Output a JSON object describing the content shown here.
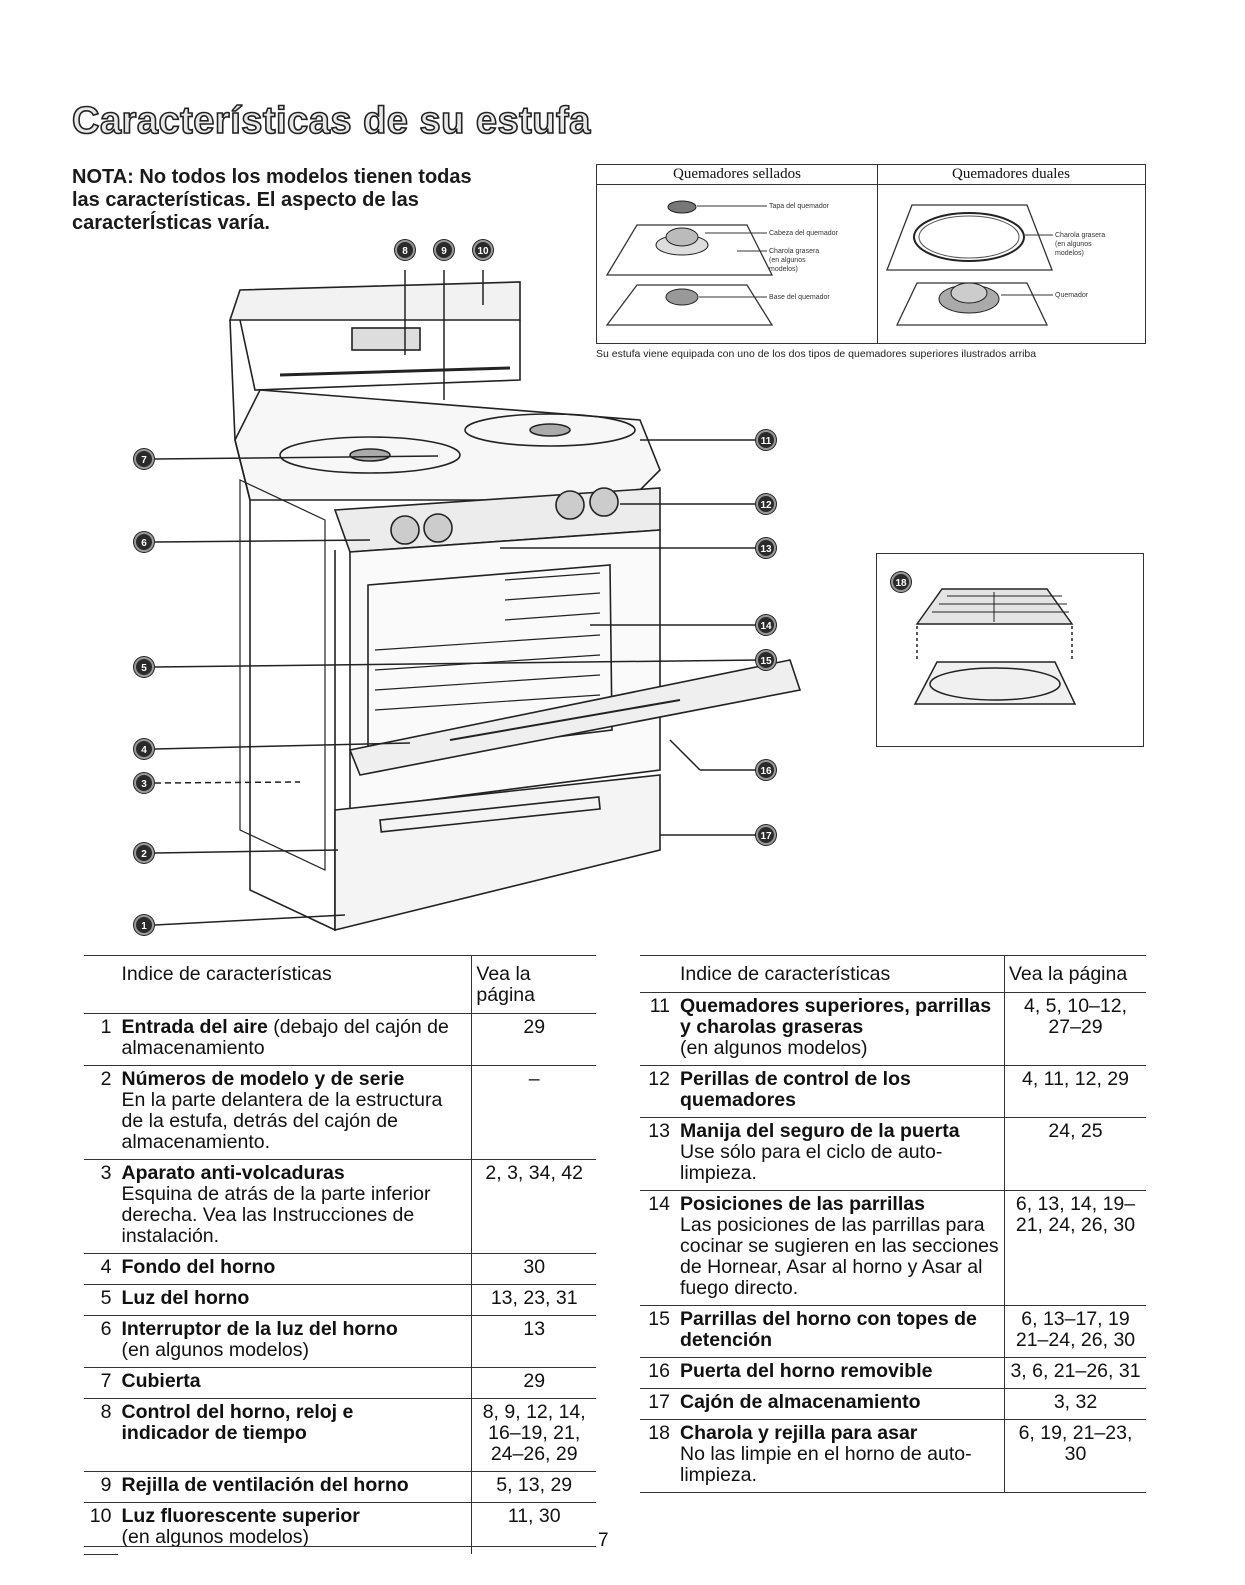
{
  "page": {
    "title": "Características de su estufa",
    "note": "NOTA: No todos los modelos tienen todas las características. El aspecto de las caracterÍsticas varía.",
    "page_number": "7"
  },
  "burners": {
    "sealed_title": "Quemadores sellados",
    "dual_title": "Quemadores duales",
    "sealed_labels": [
      "Tapa del quemador",
      "Cabeza del quemador",
      "Charola grasera",
      "(en algunos",
      "modelos)",
      "Base del quemador"
    ],
    "dual_labels": [
      "Charola grasera",
      "(en algunos",
      "modelos)",
      "Quemador"
    ],
    "caption": "Su estufa viene equipada con uno de los dos tipos de quemadores superiores ilustrados arriba"
  },
  "callouts": [
    "1",
    "2",
    "3",
    "4",
    "5",
    "6",
    "7",
    "8",
    "9",
    "10",
    "11",
    "12",
    "13",
    "14",
    "15",
    "16",
    "17",
    "18"
  ],
  "table_left": {
    "header_feature": "Indice de características",
    "header_page": "Vea la página",
    "rows": [
      {
        "num": "1",
        "name": "Entrada del aire",
        "desc": " (debajo del cajón de almacenamiento",
        "pages": "29"
      },
      {
        "num": "2",
        "name": "Números de modelo y de serie",
        "desc": "En la parte delantera de la estructura de la estufa, detrás del cajón de almacenamiento.",
        "pages": "–"
      },
      {
        "num": "3",
        "name": "Aparato anti-volcaduras",
        "desc": "Esquina de atrás de la parte inferior derecha. Vea las Instrucciones de instalación.",
        "pages": "2, 3, 34, 42"
      },
      {
        "num": "4",
        "name": "Fondo del horno",
        "desc": "",
        "pages": "30"
      },
      {
        "num": "5",
        "name": "Luz del horno",
        "desc": "",
        "pages": "13, 23, 31"
      },
      {
        "num": "6",
        "name": "Interruptor de la luz del horno",
        "desc": "(en algunos modelos)",
        "pages": "13"
      },
      {
        "num": "7",
        "name": "Cubierta",
        "desc": "",
        "pages": "29"
      },
      {
        "num": "8",
        "name": "Control del horno, reloj e indicador de tiempo",
        "desc": "",
        "pages": "8, 9, 12, 14, 16–19, 21, 24–26, 29"
      },
      {
        "num": "9",
        "name": "Rejilla de ventilación del horno",
        "desc": "",
        "pages": "5, 13, 29"
      },
      {
        "num": "10",
        "name": "Luz fluorescente superior",
        "desc": "(en algunos modelos)",
        "pages": "11, 30"
      }
    ]
  },
  "table_right": {
    "header_feature": "Indice de características",
    "header_page": "Vea la página",
    "rows": [
      {
        "num": "11",
        "name": "Quemadores superiores, parrillas y charolas graseras",
        "desc": "(en algunos modelos)",
        "pages": "4, 5, 10–12, 27–29"
      },
      {
        "num": "12",
        "name": "Perillas de control de los quemadores",
        "desc": "",
        "pages": "4, 11, 12, 29"
      },
      {
        "num": "13",
        "name": "Manija del seguro de la puerta",
        "desc": "Use sólo para el ciclo de auto-limpieza.",
        "pages": "24, 25"
      },
      {
        "num": "14",
        "name": "Posiciones de las parrillas",
        "desc": "Las posiciones de las parrillas para cocinar se sugieren en las secciones de Hornear, Asar al horno y Asar al fuego directo.",
        "pages": "6, 13, 14, 19–21, 24, 26, 30"
      },
      {
        "num": "15",
        "name": "Parrillas del horno con topes de detención",
        "desc": "",
        "pages": "6, 13–17, 19 21–24, 26, 30"
      },
      {
        "num": "16",
        "name": "Puerta del horno removible",
        "desc": "",
        "pages": "3, 6, 21–26, 31"
      },
      {
        "num": "17",
        "name": "Cajón de almacenamiento",
        "desc": "",
        "pages": "3, 32"
      },
      {
        "num": "18",
        "name": "Charola y rejilla para asar",
        "desc": "No las limpie en el horno de auto-limpieza.",
        "pages": "6, 19, 21–23, 30"
      }
    ]
  }
}
